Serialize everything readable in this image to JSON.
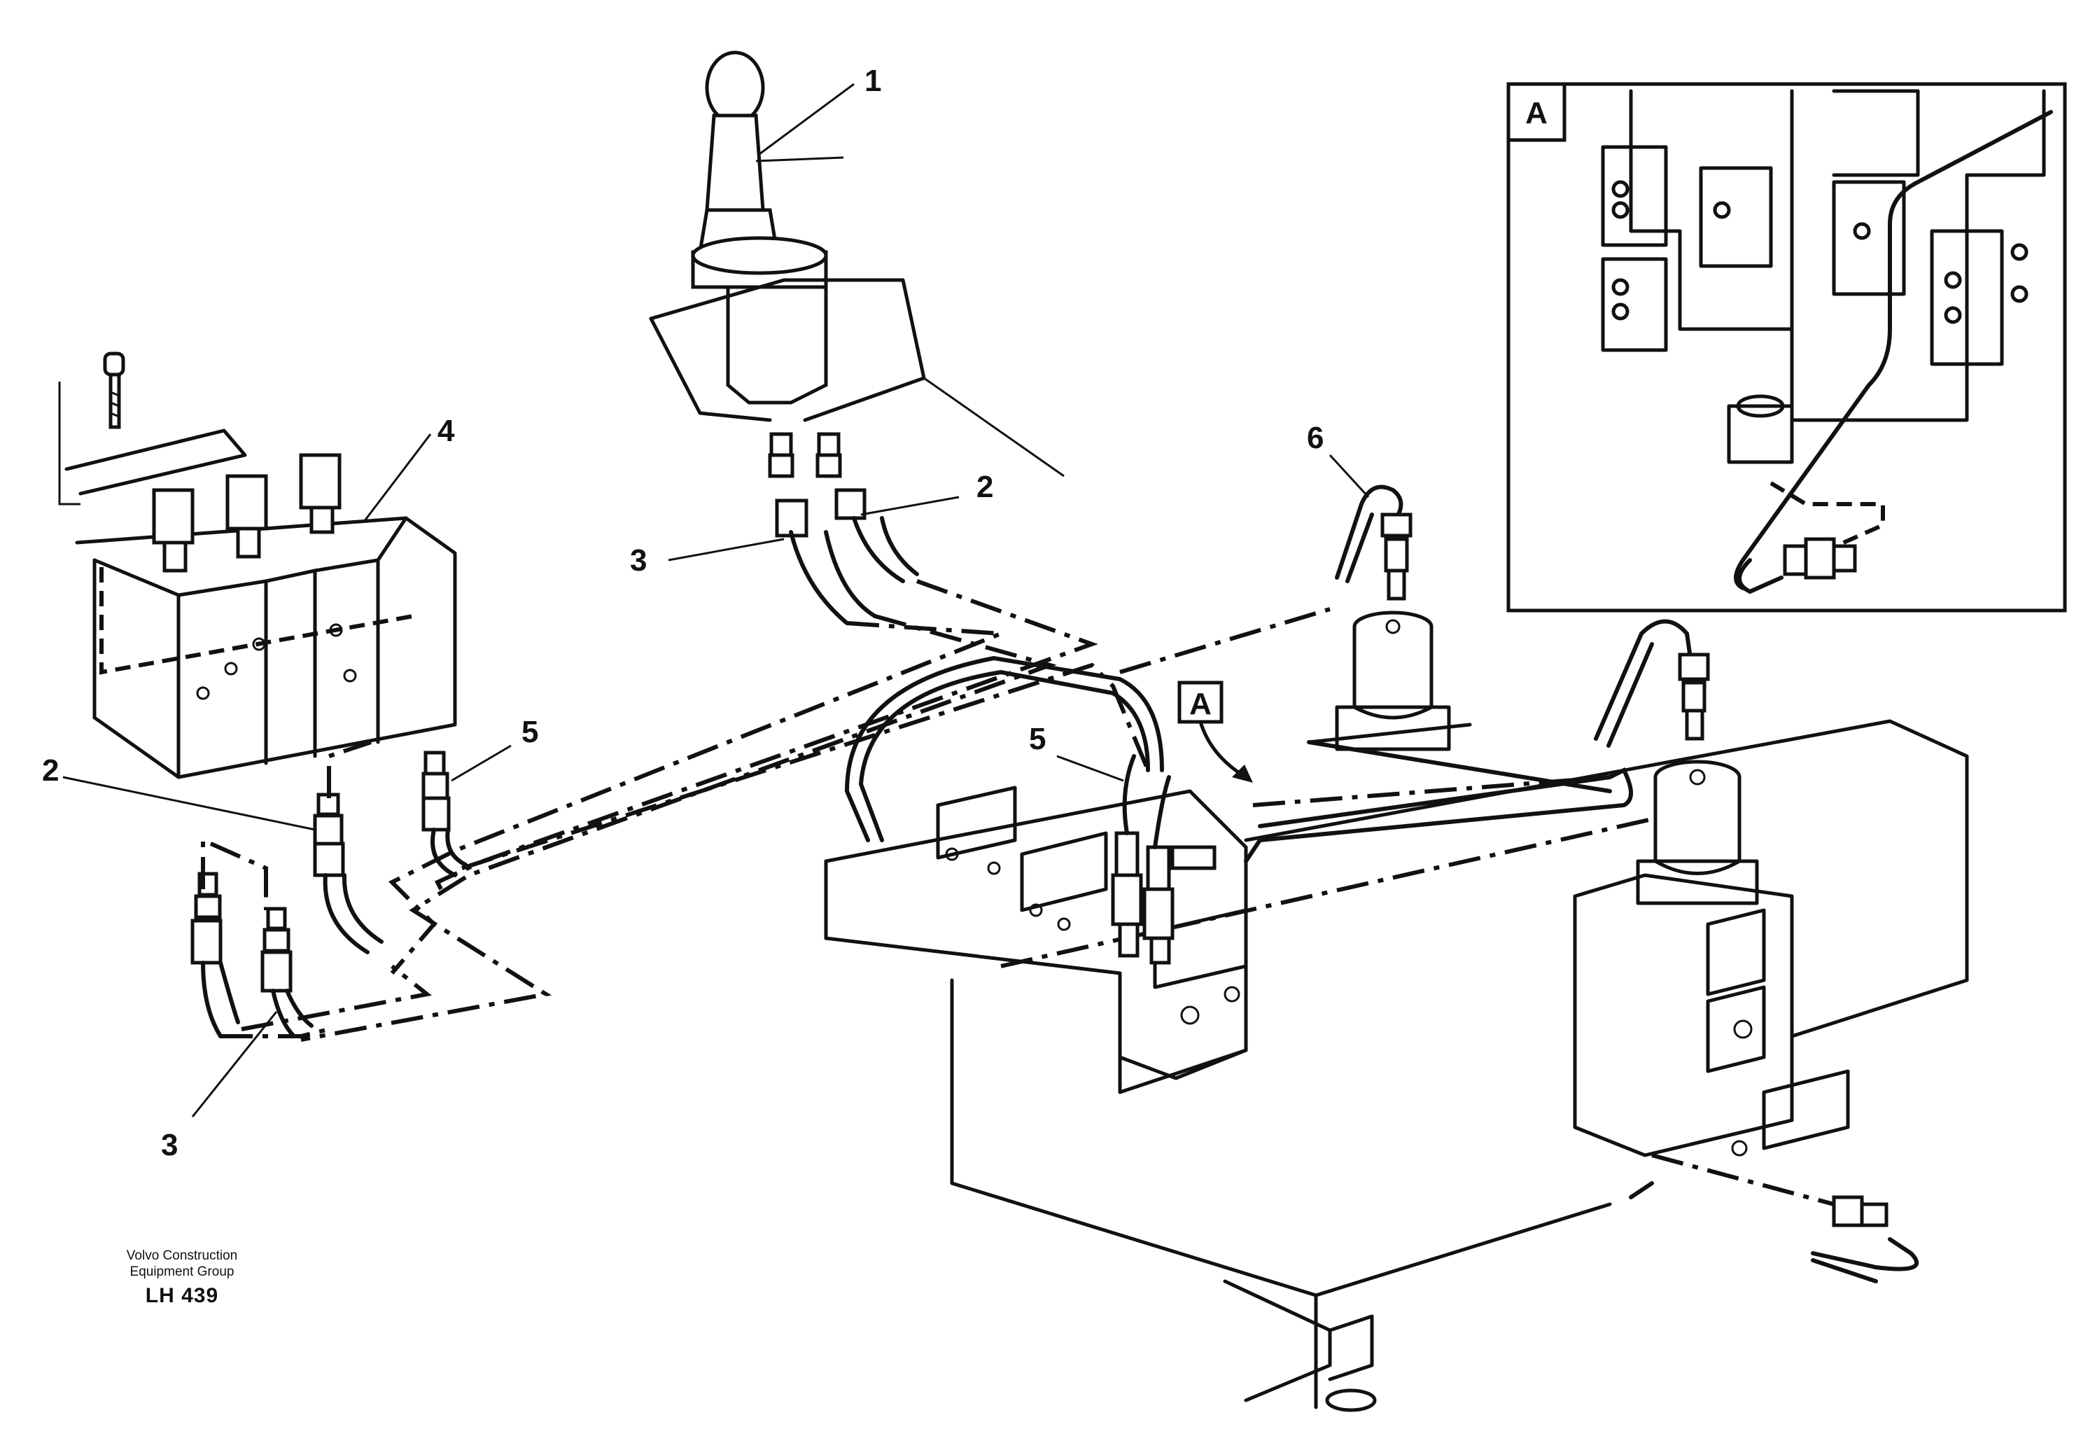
{
  "callouts": {
    "c1": "1",
    "c2_top": "2",
    "c2_left": "2",
    "c3_top": "3",
    "c3_bottom": "3",
    "c4": "4",
    "c5_left": "5",
    "c5_mid": "5",
    "c6": "6"
  },
  "detail": {
    "label": "A",
    "marker_label": "A"
  },
  "footer": {
    "org_line1": "Volvo Construction",
    "org_line2": "Equipment Group",
    "code": "LH 439"
  }
}
